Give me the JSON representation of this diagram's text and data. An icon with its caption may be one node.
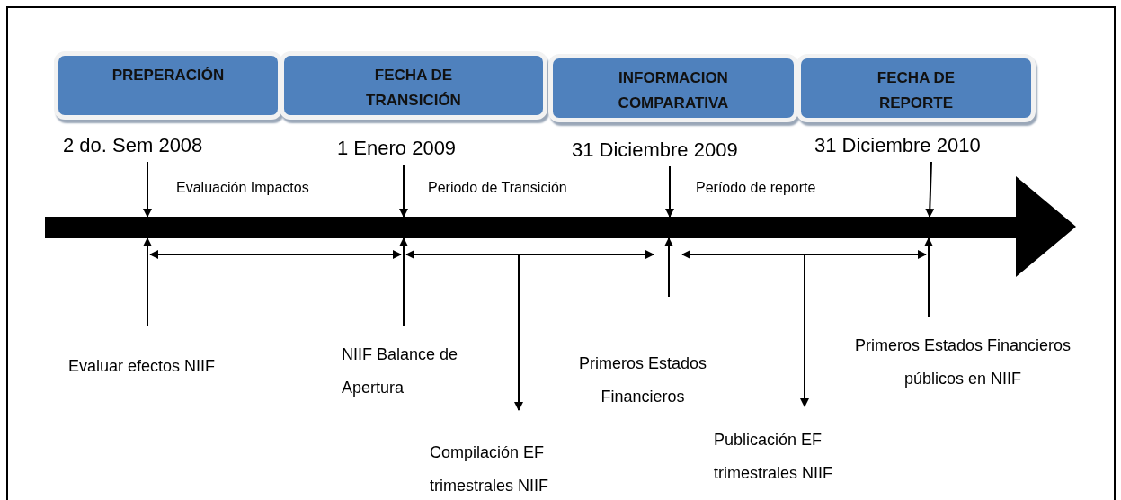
{
  "diagram": {
    "nodes": [
      {
        "text": [
          "PREPERACIÓN"
        ]
      },
      {
        "text": [
          "FECHA DE TRANSICIÓN"
        ]
      },
      {
        "text": [
          "INFORMACION COMPARATIVA"
        ]
      },
      {
        "text": [
          "FECHA DE REPORTE"
        ]
      },
      {
        "text": [
          "2 do. Sem 2008"
        ]
      },
      {
        "text": [
          "1 Enero 2009"
        ]
      },
      {
        "text": [
          "31 Diciembre  2009"
        ]
      },
      {
        "text": [
          "31 Diciembre 2010"
        ]
      },
      {
        "text": [],
        "shape": "bar"
      }
    ],
    "edges": [
      {
        "from": 4,
        "to": 8,
        "arrow": "to"
      },
      {
        "from": 5,
        "to": 8,
        "arrow": "to"
      },
      {
        "from": 6,
        "to": 8,
        "arrow": "to"
      },
      {
        "from": 7,
        "to": 8,
        "arrow": "to"
      },
      {
        "from": null,
        "to": 8,
        "arrow": "to"
      },
      {
        "from": null,
        "to": 8,
        "arrow": "to"
      },
      {
        "from": null,
        "to": 8,
        "arrow": "to"
      },
      {
        "from": null,
        "to": 8,
        "arrow": "to"
      }
    ],
    "labels": [
      "Evaluación Impactos",
      "Periodo de Transición",
      "Período de reporte",
      "Primeros Estados Financieros públicos en NIIF",
      "NIIF Balance de Apertura",
      "Evaluar efectos NIIF",
      "Primeros Estados Financieros",
      "Publicación EF trimestrales NIIF",
      "Compilación EF trimestrales NIIF"
    ]
  }
}
